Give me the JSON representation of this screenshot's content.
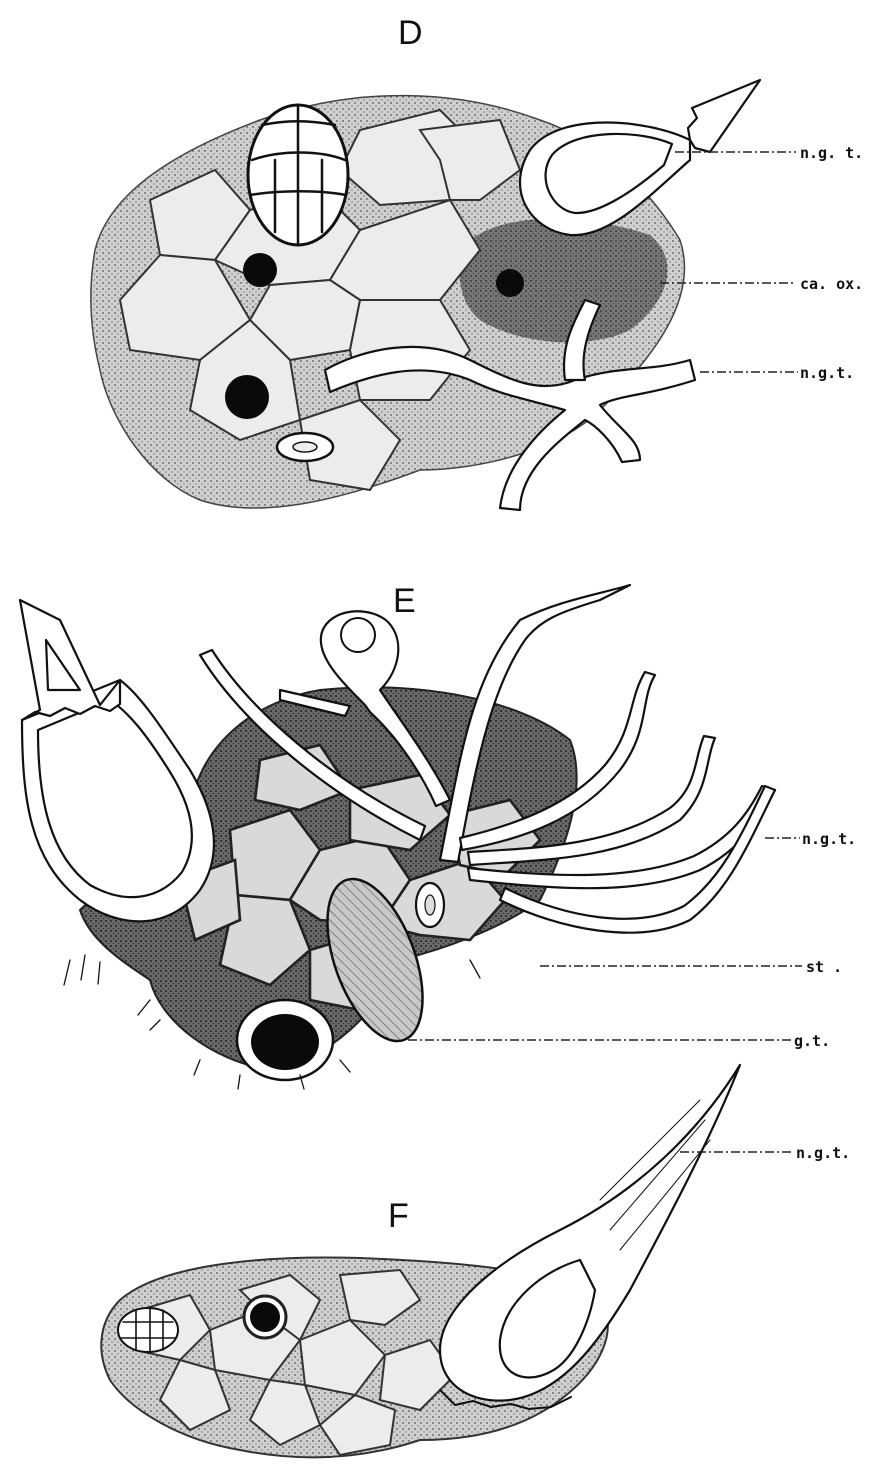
{
  "panels": [
    {
      "letter": "D"
    },
    {
      "letter": "E"
    },
    {
      "letter": "F"
    }
  ],
  "labels": {
    "d_ngt_top": "n.g. t.",
    "d_caox": "ca. ox.",
    "d_ngt_bottom": "n.g.t.",
    "e_ngt": "n.g.t.",
    "e_st": "st .",
    "e_gt": "g.t.",
    "f_ngt": "n.g.t."
  }
}
